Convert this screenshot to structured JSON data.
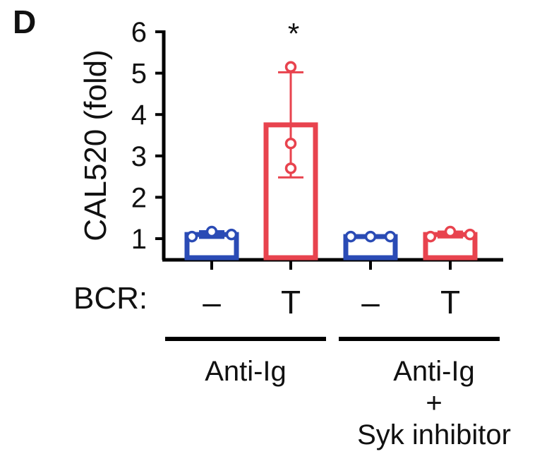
{
  "panel_label": "D",
  "bcr_label": "BCR:",
  "chart_data": {
    "type": "bar",
    "ylabel": "CAL520 (fold)",
    "ylim": [
      0.5,
      6
    ],
    "yticks": [
      1,
      2,
      3,
      4,
      5,
      6
    ],
    "categories": [
      "–",
      "T",
      "–",
      "T"
    ],
    "values": [
      1.1,
      3.75,
      1.05,
      1.1
    ],
    "errors": [
      0.08,
      1.27,
      0.03,
      0.07
    ],
    "points": [
      [
        1.05,
        1.17,
        1.1
      ],
      [
        5.15,
        3.3,
        2.7
      ],
      [
        1.05,
        1.05,
        1.05
      ],
      [
        1.05,
        1.17,
        1.1
      ]
    ],
    "colors": [
      "#2a4bb5",
      "#e8434e",
      "#2a4bb5",
      "#e8434e"
    ],
    "significance": [
      "",
      "*",
      "",
      ""
    ],
    "groups": [
      {
        "lines": [
          "Anti-Ig"
        ]
      },
      {
        "lines": [
          "Anti-Ig",
          "+",
          "Syk inhibitor"
        ]
      }
    ]
  }
}
